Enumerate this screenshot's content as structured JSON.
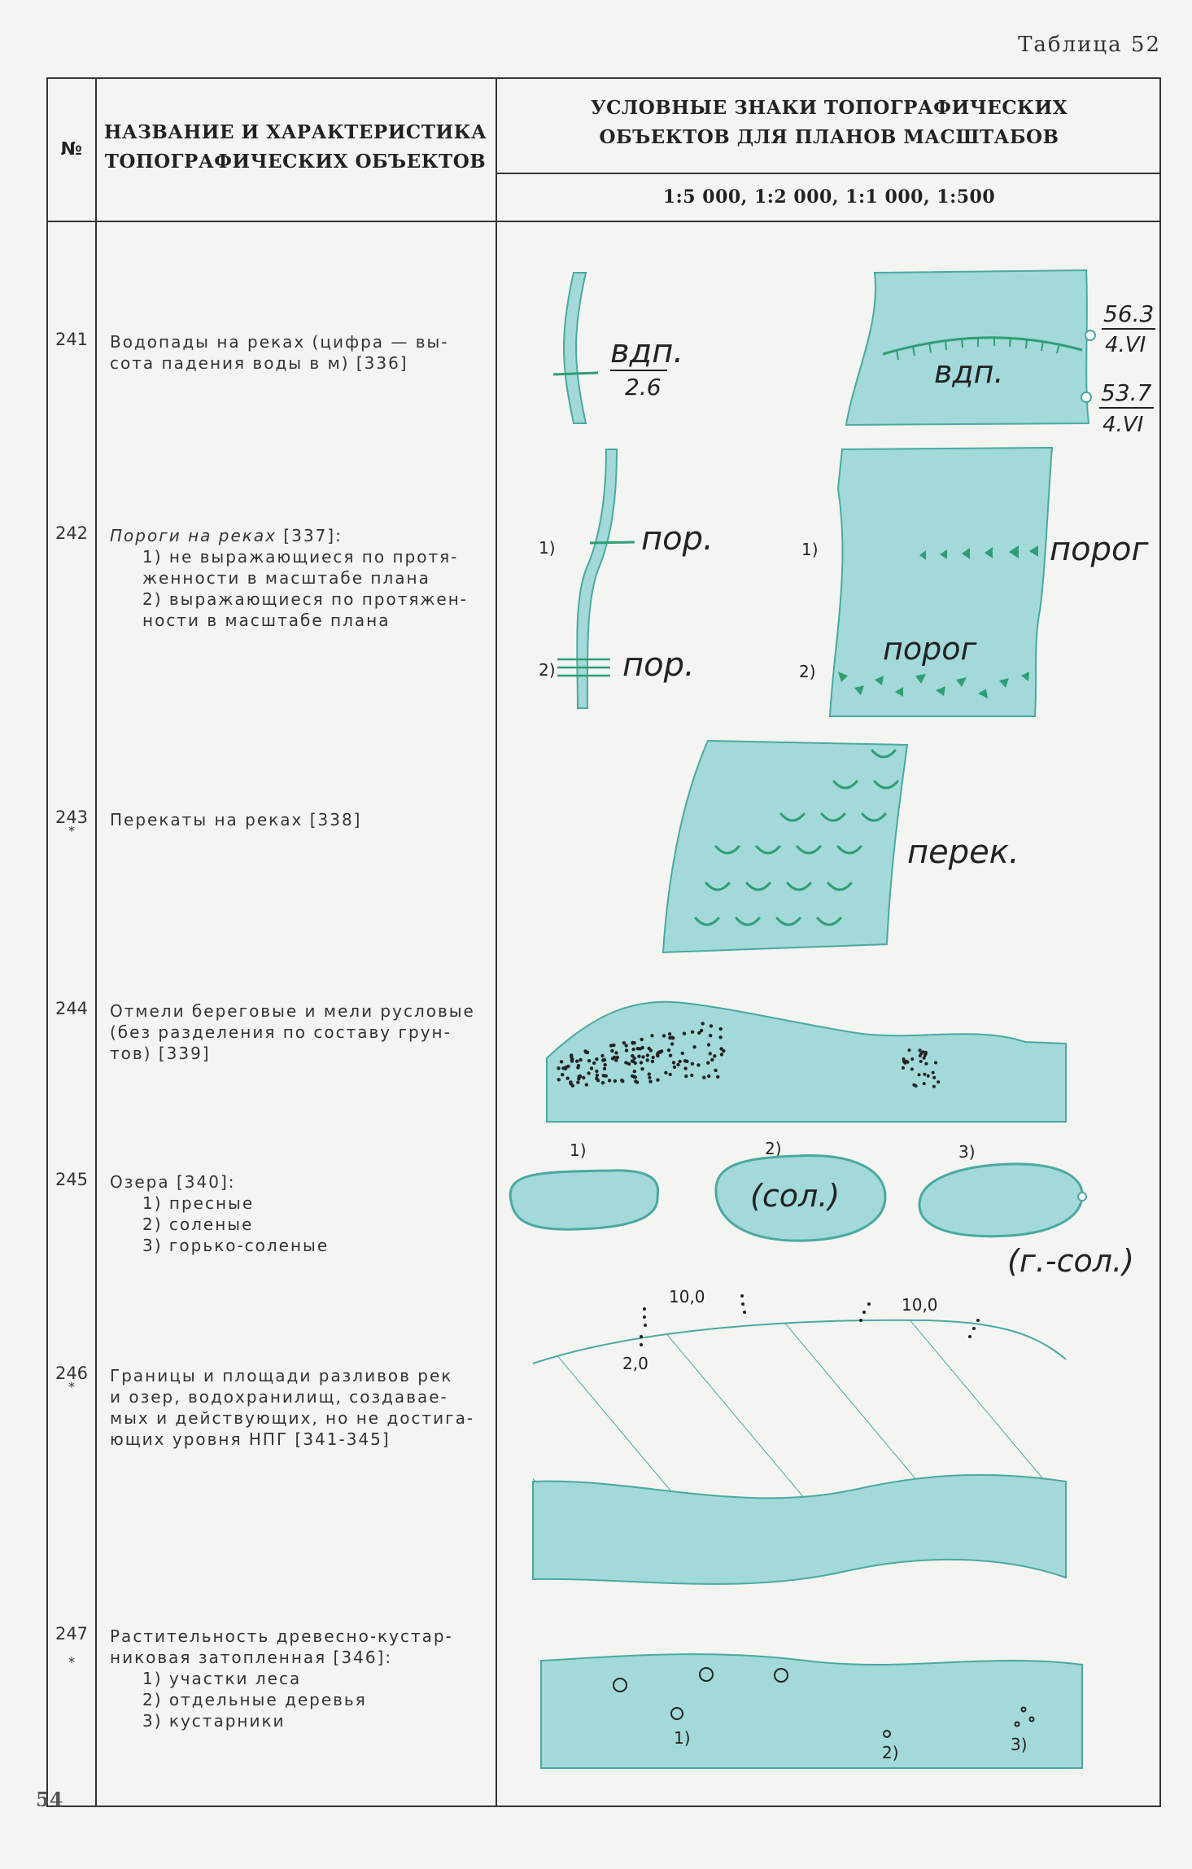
{
  "table_caption": "Таблица 52",
  "page_number": "54",
  "header": {
    "col_num": "№",
    "col_name_line1": "НАЗВАНИЕ И ХАРАКТЕРИСТИКА",
    "col_name_line2": "ТОПОГРАФИЧЕСКИХ ОБЪЕКТОВ",
    "col_symbols_line1": "УСЛОВНЫЕ ЗНАКИ ТОПОГРАФИЧЕСКИХ",
    "col_symbols_line2": "ОБЪЕКТОВ ДЛЯ ПЛАНОВ МАСШТАБОВ",
    "scales": "1:5 000, 1:2 000, 1:1 000, 1:500"
  },
  "colors": {
    "water": "#a3d9d9",
    "water_edge": "#4aa9a1",
    "mark_green": "#2f9e74",
    "ink": "#222222"
  },
  "rows": [
    {
      "num": "241",
      "lines": [
        "Водопады на реках (цифра — вы-",
        "сота падения воды в м) [336]"
      ],
      "labels": {
        "vdp": "вдп.",
        "height": "2.6",
        "vdp_big": "вдп.",
        "mark1_top": "56.3",
        "mark1_bot": "4.VI",
        "mark2_top": "53.7",
        "mark2_bot": "4.VI"
      }
    },
    {
      "num": "242",
      "title": "Пороги на реках",
      "ref": " [337]:",
      "sub": [
        "1) не выражающиеся по протя-",
        "женности в масштабе плана",
        "2) выражающиеся по протяжен-",
        "ности в масштабе плана"
      ],
      "labels": {
        "por1": "пор.",
        "por2": "пор.",
        "porog1": "порог",
        "porog2": "порог",
        "n1": "1)",
        "n2": "2)",
        "n1b": "1)",
        "n2b": "2)"
      }
    },
    {
      "num": "243",
      "asterisk": "*",
      "lines": [
        "Перекаты на реках [338]"
      ],
      "labels": {
        "perek": "перек."
      }
    },
    {
      "num": "244",
      "lines": [
        "Отмели береговые и мели русловые",
        "(без разделения по составу грун-",
        "тов) [339]"
      ]
    },
    {
      "num": "245",
      "lines": [
        "Озера [340]:"
      ],
      "sub": [
        "1) пресные",
        "2) соленые",
        "3) горько-соленые"
      ],
      "labels": {
        "n1": "1)",
        "n2": "2)",
        "n3": "3)",
        "sol": "(сол.)",
        "gsol": "(г.-сол.)"
      }
    },
    {
      "num": "246",
      "asterisk": "*",
      "lines": [
        "Границы и площади разливов рек",
        "и озер, водохранилищ, создавае-",
        "мых и действующих, но не достига-",
        "ющих уровня НПГ [341-345]"
      ],
      "labels": {
        "h1": "10,0",
        "h2": "10,0",
        "h3": "2,0"
      }
    },
    {
      "num": "247",
      "asterisk": "*",
      "lines": [
        "Растительность древесно-кустар-",
        "никовая затопленная [346]:"
      ],
      "sub": [
        "1) участки леса",
        "2) отдельные деревья",
        "3) кустарники"
      ],
      "labels": {
        "n1": "1)",
        "n2": "2)",
        "n3": "3)"
      }
    }
  ]
}
